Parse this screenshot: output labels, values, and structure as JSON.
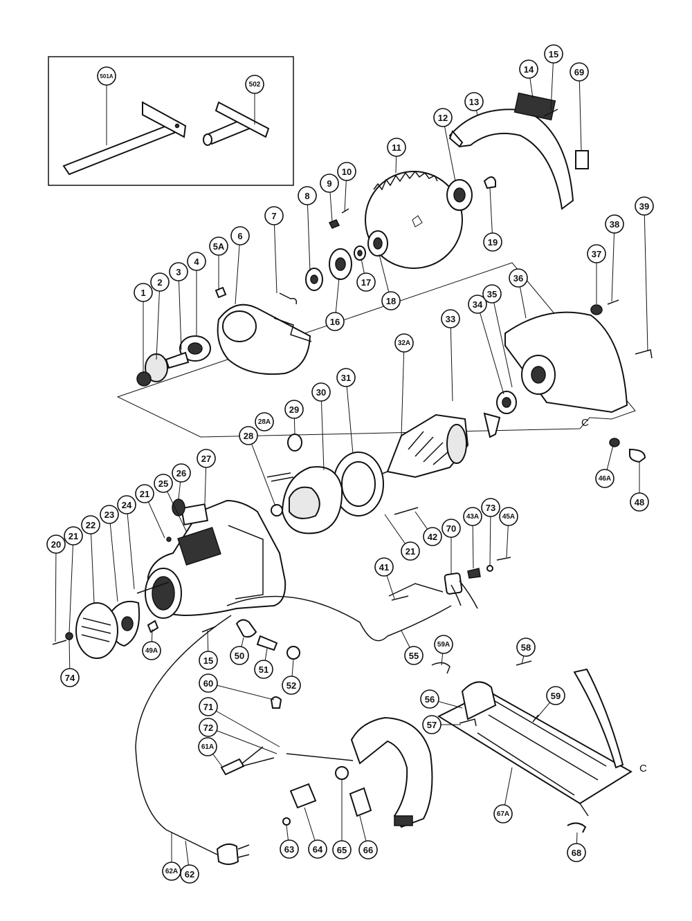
{
  "colors": {
    "line": "#111111",
    "background": "#ffffff",
    "shade": "#e8e8e8"
  },
  "c_mark": "C",
  "callouts": [
    {
      "id": "c1",
      "label": "1"
    },
    {
      "id": "c2",
      "label": "2"
    },
    {
      "id": "c3",
      "label": "3"
    },
    {
      "id": "c4",
      "label": "4"
    },
    {
      "id": "c5A",
      "label": "5A"
    },
    {
      "id": "c6",
      "label": "6"
    },
    {
      "id": "c7",
      "label": "7"
    },
    {
      "id": "c8",
      "label": "8"
    },
    {
      "id": "c9",
      "label": "9"
    },
    {
      "id": "c10",
      "label": "10"
    },
    {
      "id": "c11",
      "label": "11"
    },
    {
      "id": "c12",
      "label": "12"
    },
    {
      "id": "c13",
      "label": "13"
    },
    {
      "id": "c14",
      "label": "14"
    },
    {
      "id": "c15",
      "label": "15"
    },
    {
      "id": "c15b",
      "label": "15"
    },
    {
      "id": "c16",
      "label": "16"
    },
    {
      "id": "c17",
      "label": "17"
    },
    {
      "id": "c18",
      "label": "18"
    },
    {
      "id": "c19",
      "label": "19"
    },
    {
      "id": "c20",
      "label": "20"
    },
    {
      "id": "c21a",
      "label": "21"
    },
    {
      "id": "c21b",
      "label": "21"
    },
    {
      "id": "c21c",
      "label": "21"
    },
    {
      "id": "c22",
      "label": "22"
    },
    {
      "id": "c23",
      "label": "23"
    },
    {
      "id": "c24",
      "label": "24"
    },
    {
      "id": "c25",
      "label": "25"
    },
    {
      "id": "c26",
      "label": "26"
    },
    {
      "id": "c27",
      "label": "27"
    },
    {
      "id": "c28",
      "label": "28"
    },
    {
      "id": "c28A",
      "label": "28A"
    },
    {
      "id": "c29",
      "label": "29"
    },
    {
      "id": "c30",
      "label": "30"
    },
    {
      "id": "c31",
      "label": "31"
    },
    {
      "id": "c32A",
      "label": "32A"
    },
    {
      "id": "c33",
      "label": "33"
    },
    {
      "id": "c34",
      "label": "34"
    },
    {
      "id": "c35",
      "label": "35"
    },
    {
      "id": "c36",
      "label": "36"
    },
    {
      "id": "c37",
      "label": "37"
    },
    {
      "id": "c38",
      "label": "38"
    },
    {
      "id": "c39",
      "label": "39"
    },
    {
      "id": "c41",
      "label": "41"
    },
    {
      "id": "c42",
      "label": "42"
    },
    {
      "id": "c43A",
      "label": "43A"
    },
    {
      "id": "c45A",
      "label": "45A"
    },
    {
      "id": "c46A",
      "label": "46A"
    },
    {
      "id": "c48",
      "label": "48"
    },
    {
      "id": "c49A",
      "label": "49A"
    },
    {
      "id": "c50",
      "label": "50"
    },
    {
      "id": "c51",
      "label": "51"
    },
    {
      "id": "c52",
      "label": "52"
    },
    {
      "id": "c55",
      "label": "55"
    },
    {
      "id": "c56",
      "label": "56"
    },
    {
      "id": "c57",
      "label": "57"
    },
    {
      "id": "c58",
      "label": "58"
    },
    {
      "id": "c59",
      "label": "59"
    },
    {
      "id": "c59A",
      "label": "59A"
    },
    {
      "id": "c60",
      "label": "60"
    },
    {
      "id": "c61A",
      "label": "61A"
    },
    {
      "id": "c62",
      "label": "62"
    },
    {
      "id": "c62A",
      "label": "62A"
    },
    {
      "id": "c63",
      "label": "63"
    },
    {
      "id": "c64",
      "label": "64"
    },
    {
      "id": "c65",
      "label": "65"
    },
    {
      "id": "c66",
      "label": "66"
    },
    {
      "id": "c67A",
      "label": "67A"
    },
    {
      "id": "c68",
      "label": "68"
    },
    {
      "id": "c69",
      "label": "69"
    },
    {
      "id": "c70",
      "label": "70"
    },
    {
      "id": "c71",
      "label": "71"
    },
    {
      "id": "c72",
      "label": "72"
    },
    {
      "id": "c73",
      "label": "73"
    },
    {
      "id": "c74",
      "label": "74"
    },
    {
      "id": "c501A",
      "label": "501A"
    },
    {
      "id": "c502",
      "label": "502"
    }
  ]
}
